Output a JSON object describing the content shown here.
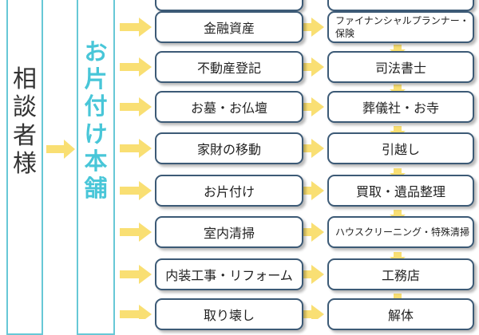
{
  "consultant": {
    "chars": [
      "相",
      "談",
      "者",
      "様"
    ]
  },
  "shop": {
    "chars": [
      "お",
      "片",
      "付",
      "け",
      "本",
      "舗"
    ]
  },
  "rows": [
    {
      "service": "",
      "professional": ""
    },
    {
      "service": "金融資産",
      "professional": "ファイナンシャルプランナー・保険"
    },
    {
      "service": "不動産登記",
      "professional": "司法書士"
    },
    {
      "service": "お墓・お仏壇",
      "professional": "葬儀社・お寺"
    },
    {
      "service": "家財の移動",
      "professional": "引越し"
    },
    {
      "service": "お片付け",
      "professional": "買取・遺品整理"
    },
    {
      "service": "室内清掃",
      "professional": "ハウスクリーニング・特殊清掃"
    },
    {
      "service": "内装工事・リフォーム",
      "professional": "工務店"
    },
    {
      "service": "取り壊し",
      "professional": "解体"
    }
  ],
  "colors": {
    "accent": "#48c6d8",
    "arrow": "#f9df73",
    "box_border": "#3c5a76"
  }
}
